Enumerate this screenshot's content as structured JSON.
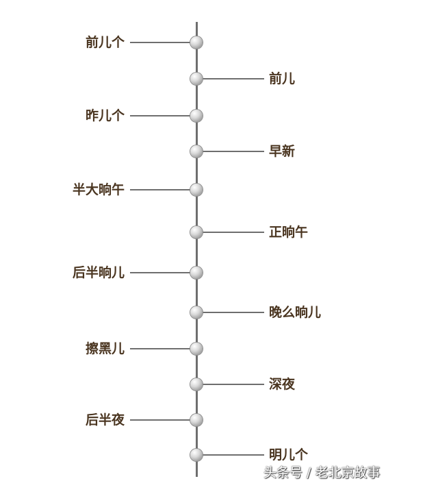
{
  "timeline": {
    "items": [
      {
        "label": "前儿个",
        "side": "left"
      },
      {
        "label": "前儿",
        "side": "right"
      },
      {
        "label": "昨儿个",
        "side": "left"
      },
      {
        "label": "早新",
        "side": "right"
      },
      {
        "label": "半大晌午",
        "side": "left"
      },
      {
        "label": "正晌午",
        "side": "right"
      },
      {
        "label": "后半晌儿",
        "side": "left"
      },
      {
        "label": "晚么晌儿",
        "side": "right"
      },
      {
        "label": "擦黑儿",
        "side": "left"
      },
      {
        "label": "深夜",
        "side": "right"
      },
      {
        "label": "后半夜",
        "side": "left"
      },
      {
        "label": "明儿个",
        "side": "right"
      }
    ]
  },
  "watermark": "头条号 / 老北京故事"
}
